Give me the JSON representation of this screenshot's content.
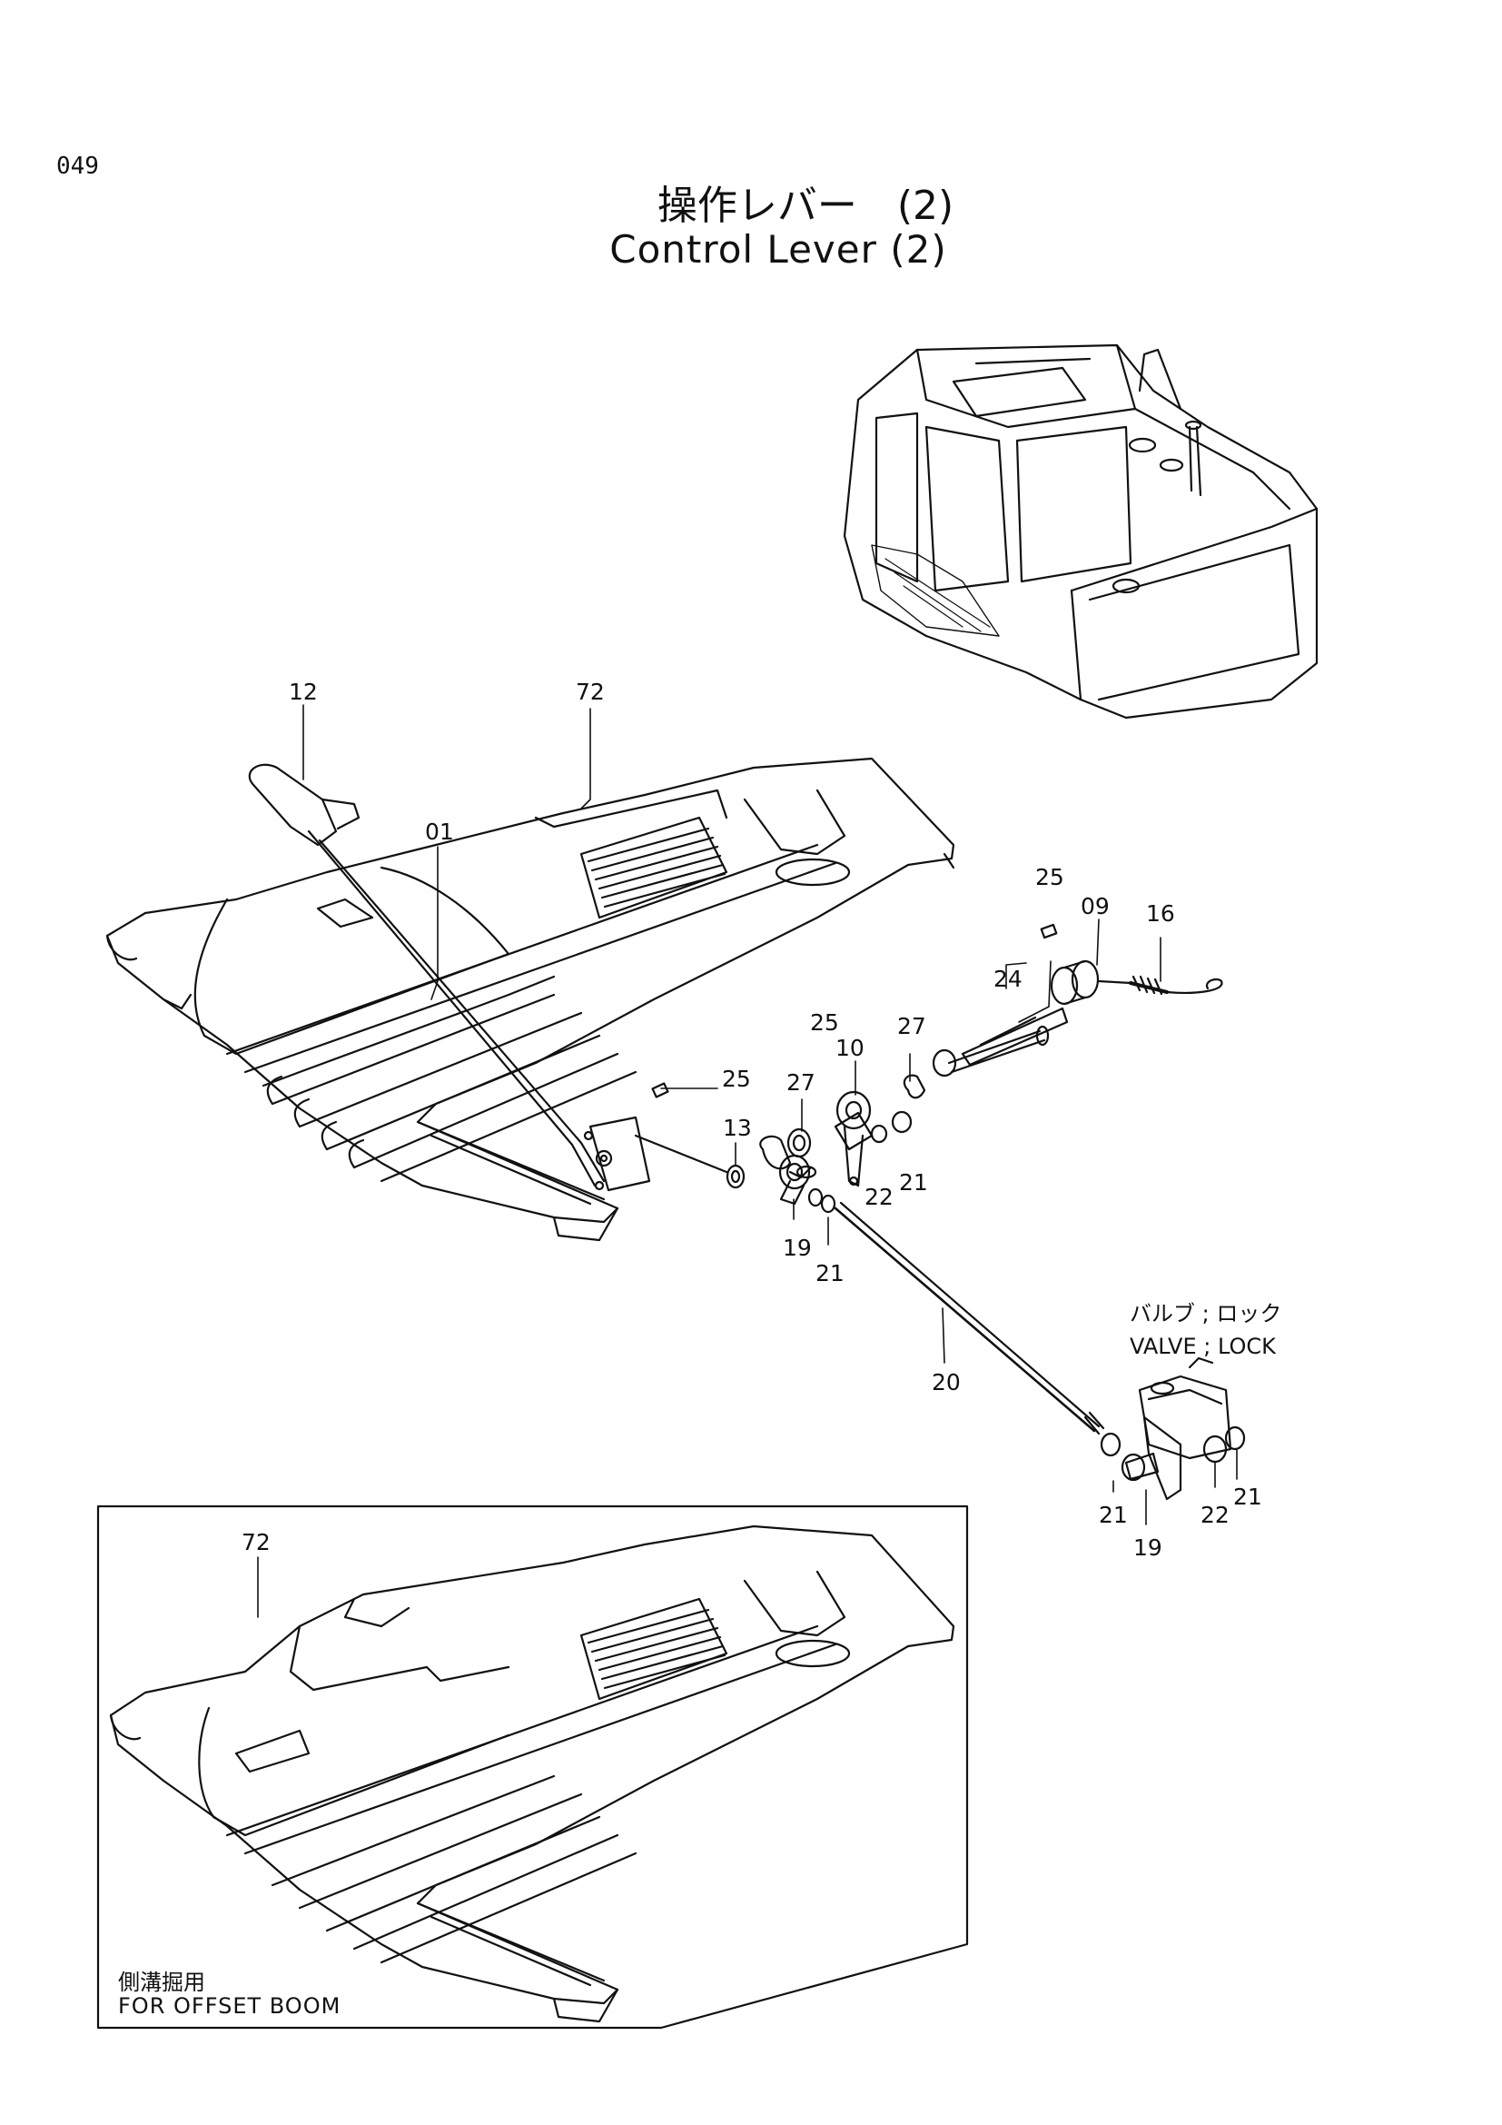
{
  "page_number": "049",
  "title": {
    "ja": "操作レバー　(2)",
    "en": "Control Lever (2)"
  },
  "callouts": {
    "c12": "12",
    "c72": "72",
    "c01": "01",
    "c25a": "25",
    "c09": "09",
    "c16": "16",
    "c24": "24",
    "c25b": "25",
    "c10": "10",
    "c27a": "27",
    "c27b": "27",
    "c25c": "25",
    "c13": "13",
    "c22a": "22",
    "c21a": "21",
    "c19a": "19",
    "c21b": "21",
    "c20": "20",
    "c21c": "21",
    "c19b": "19",
    "c22b": "22",
    "c21d": "21",
    "c72inset": "72"
  },
  "valve_label": {
    "ja": "バルブ ; ロック",
    "en": "VALVE ; LOCK"
  },
  "inset": {
    "caption_ja": "側溝掘用",
    "caption_en": "FOR OFFSET BOOM"
  }
}
